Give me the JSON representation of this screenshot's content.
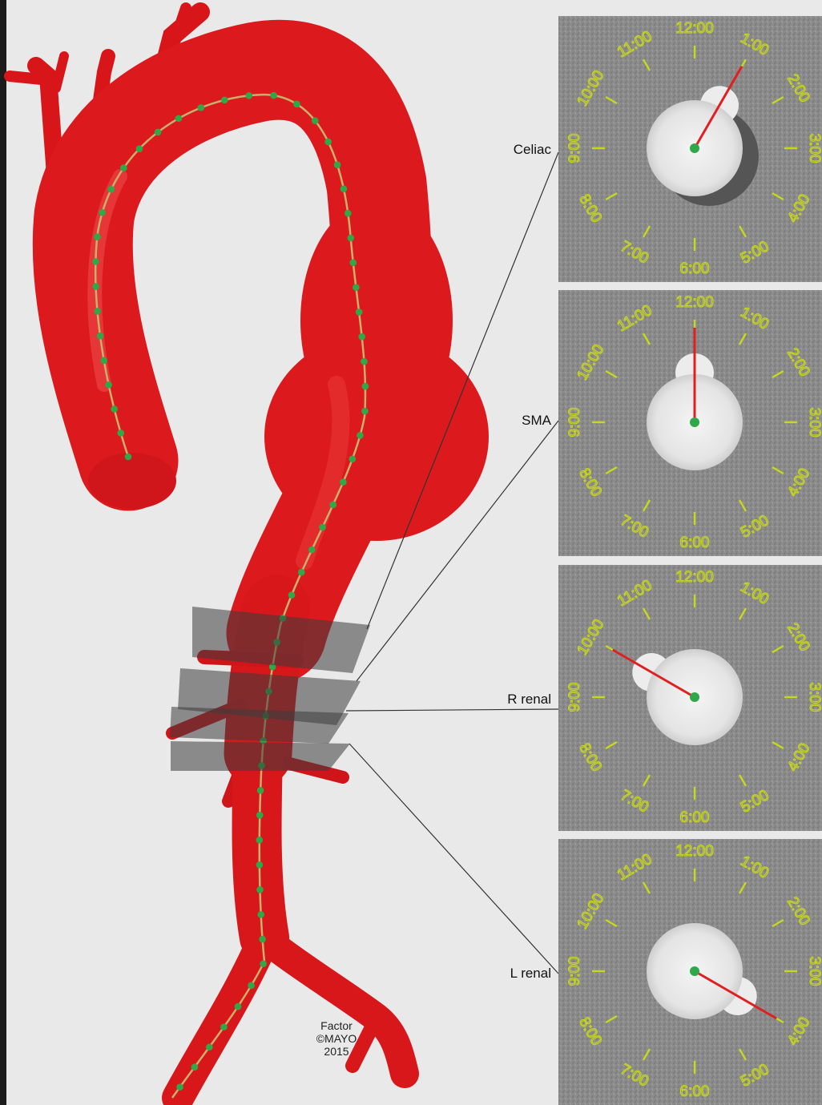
{
  "levels": [
    {
      "label": "Celiac",
      "clock_position": "1:00"
    },
    {
      "label": "SMA",
      "clock_position": "12:00"
    },
    {
      "label": "R renal",
      "clock_position": "10:00"
    },
    {
      "label": "L renal",
      "clock_position": "4:00"
    }
  ],
  "clock_labels": [
    "12:00",
    "1:00",
    "2:00",
    "3:00",
    "4:00",
    "5:00",
    "6:00",
    "7:00",
    "8:00",
    "9:00",
    "10:00",
    "11:00"
  ],
  "credit": {
    "line1": "Factor",
    "line2": "©MAYO",
    "line3": "2015"
  },
  "colors": {
    "aorta": "#e0191c",
    "centerline_dot": "#2fa84a",
    "clock_text": "#c8d81a",
    "pointer": "#e02020",
    "ct_background": "#8a8a8a",
    "lumen": "#ececec"
  }
}
